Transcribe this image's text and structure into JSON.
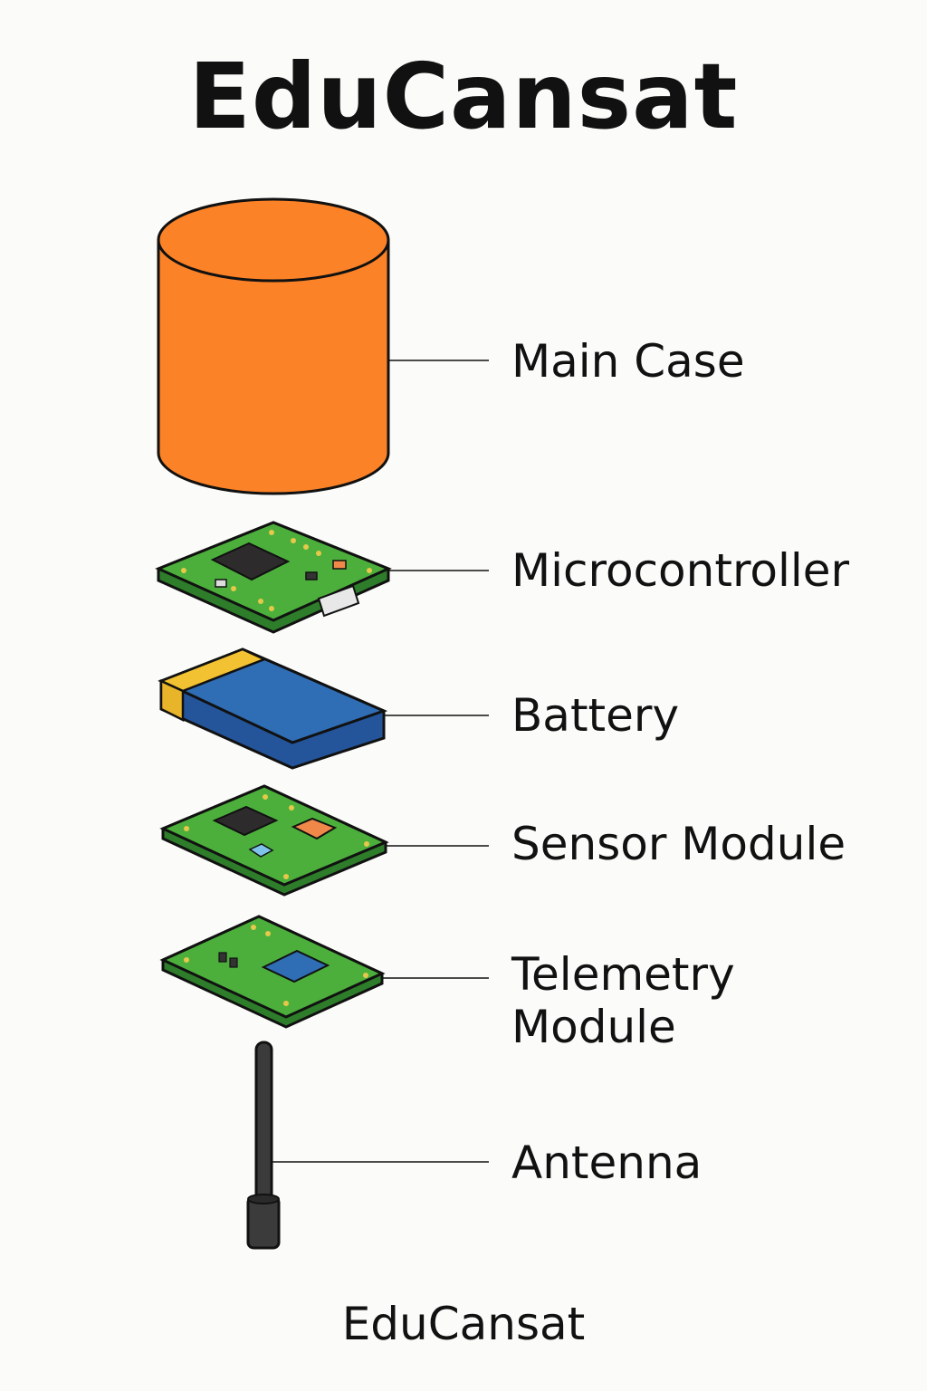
{
  "title": "EduCansat",
  "footer": "EduCansat",
  "components": [
    {
      "label": "Main Case"
    },
    {
      "label": "Microcontroller"
    },
    {
      "label": "Battery"
    },
    {
      "label": "Sensor Module"
    },
    {
      "label_line1": "Telemetry",
      "label_line2": "Module"
    },
    {
      "label": "Antenna"
    }
  ],
  "colors": {
    "case": "#fb8227",
    "pcb": "#4caf3c",
    "battery": "#2f6db4",
    "battery_cap": "#f2c232",
    "chip": "#2d2b2b",
    "antenna": "#3b3b3b",
    "outline": "#111111"
  }
}
